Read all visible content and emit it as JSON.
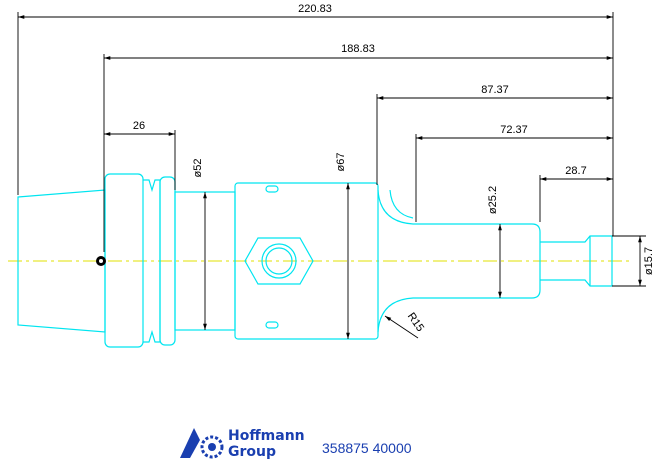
{
  "dimensions": {
    "overall_length": "220.83",
    "flange_to_end": "188.83",
    "flange_width": "26",
    "body_to_end": "87.37",
    "neck_to_end": "72.37",
    "tip_length": "28.7",
    "dia_52": "ø52",
    "dia_67": "ø67",
    "dia_25_2": "ø25.2",
    "dia_15_7": "ø15.7",
    "radius": "R15"
  },
  "footer": {
    "brand_line1": "Hoffmann",
    "brand_line2": "Group",
    "part_number": "358875 40000"
  },
  "colors": {
    "outline": "#00e5f0",
    "dimension": "#000000",
    "centerline": "#e0e000",
    "brand": "#1a3fb0"
  }
}
